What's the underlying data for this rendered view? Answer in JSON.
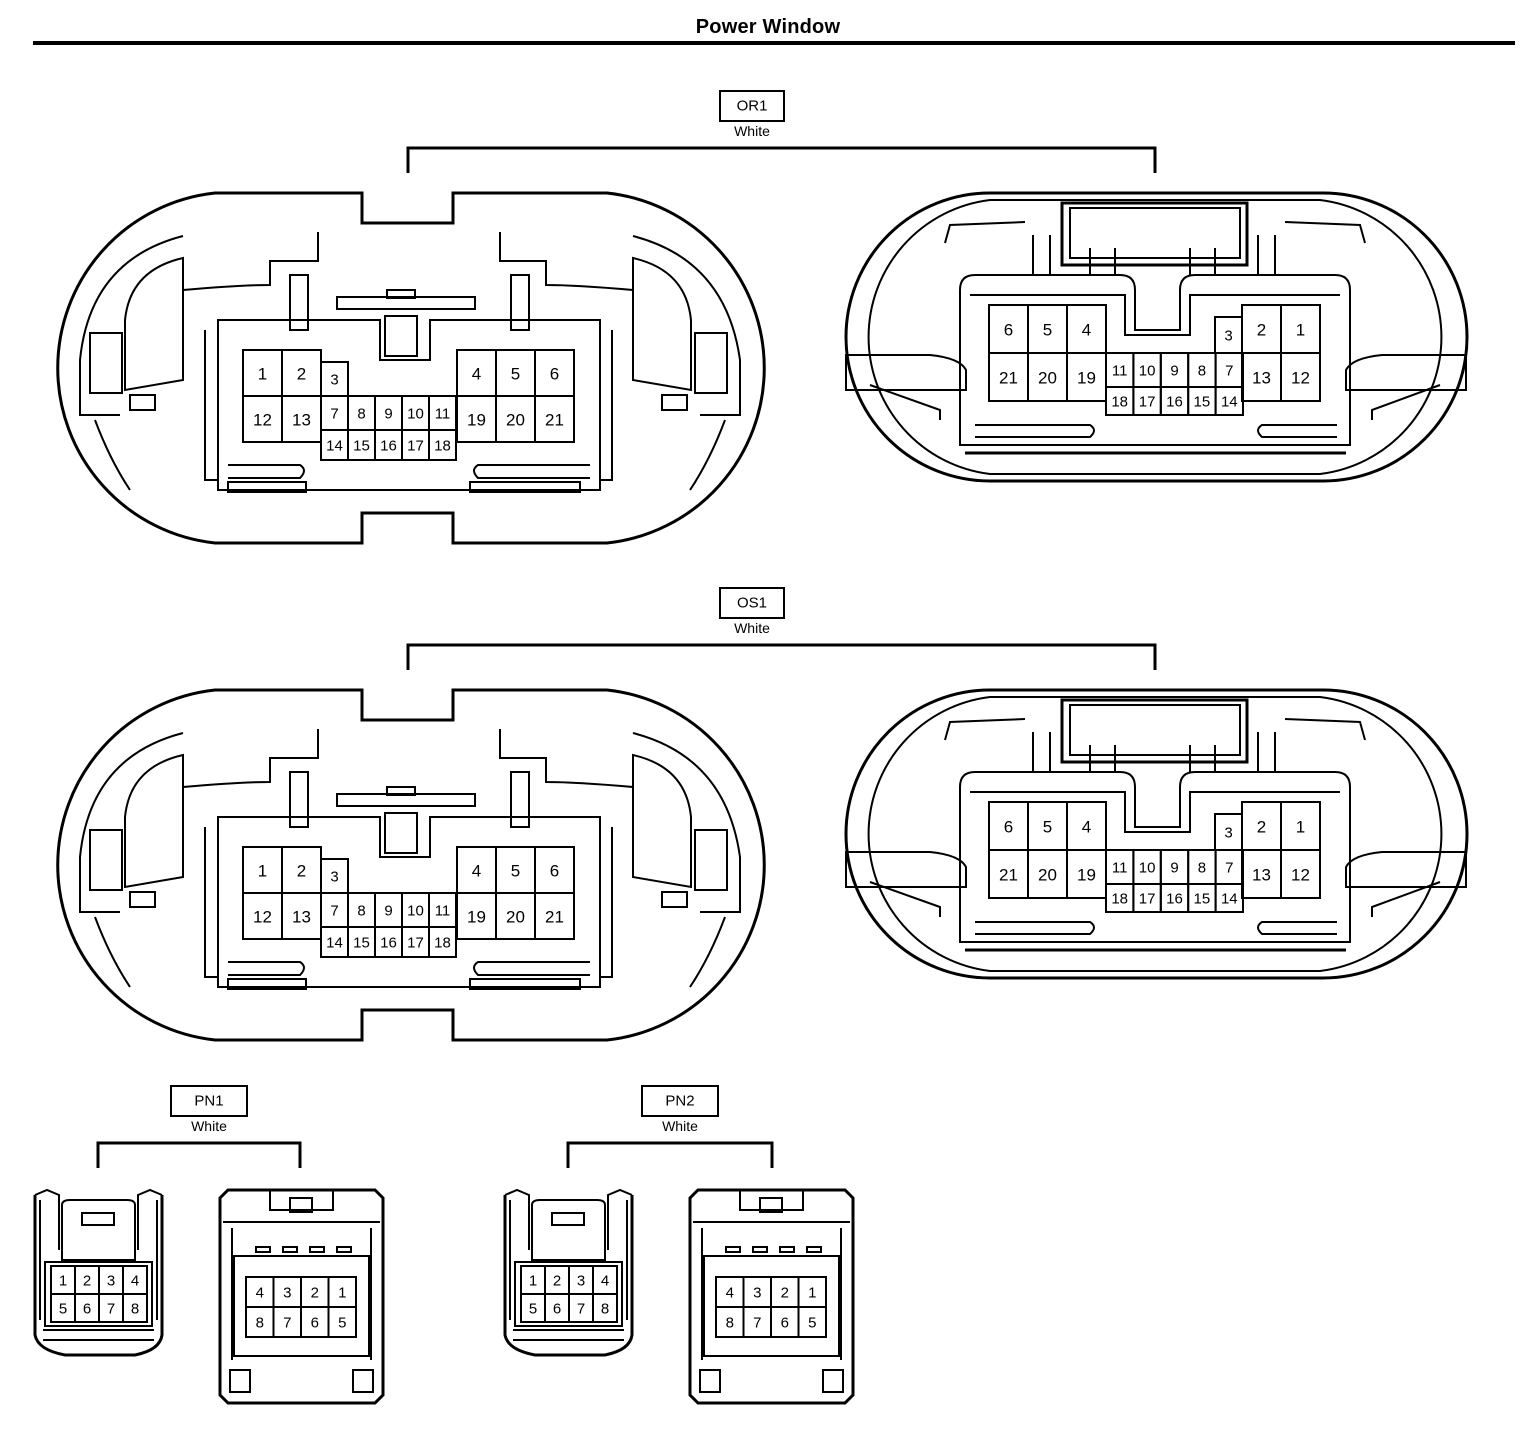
{
  "title": "Power Window",
  "connectors": [
    {
      "code": "OR1",
      "color": "White",
      "female_pins": {
        "row1": [
          "1",
          "2",
          "3",
          "4",
          "5",
          "6"
        ],
        "row2": [
          "12",
          "13",
          "7",
          "8",
          "9",
          "10",
          "11",
          "19",
          "20",
          "21"
        ],
        "row3": [
          "14",
          "15",
          "16",
          "17",
          "18"
        ]
      },
      "male_pins": {
        "row1": [
          "6",
          "5",
          "4",
          "3",
          "2",
          "1"
        ],
        "row2": [
          "21",
          "20",
          "19",
          "11",
          "10",
          "9",
          "8",
          "7",
          "13",
          "12"
        ],
        "row3": [
          "18",
          "17",
          "16",
          "15",
          "14"
        ]
      }
    },
    {
      "code": "OS1",
      "color": "White",
      "female_pins": {
        "row1": [
          "1",
          "2",
          "3",
          "4",
          "5",
          "6"
        ],
        "row2": [
          "12",
          "13",
          "7",
          "8",
          "9",
          "10",
          "11",
          "19",
          "20",
          "21"
        ],
        "row3": [
          "14",
          "15",
          "16",
          "17",
          "18"
        ]
      },
      "male_pins": {
        "row1": [
          "6",
          "5",
          "4",
          "3",
          "2",
          "1"
        ],
        "row2": [
          "21",
          "20",
          "19",
          "11",
          "10",
          "9",
          "8",
          "7",
          "13",
          "12"
        ],
        "row3": [
          "18",
          "17",
          "16",
          "15",
          "14"
        ]
      }
    },
    {
      "code": "PN1",
      "color": "White",
      "female_pins": {
        "row1": [
          "1",
          "2",
          "3",
          "4"
        ],
        "row2": [
          "5",
          "6",
          "7",
          "8"
        ]
      },
      "male_pins": {
        "row1": [
          "4",
          "3",
          "2",
          "1"
        ],
        "row2": [
          "8",
          "7",
          "6",
          "5"
        ]
      }
    },
    {
      "code": "PN2",
      "color": "White",
      "female_pins": {
        "row1": [
          "1",
          "2",
          "3",
          "4"
        ],
        "row2": [
          "5",
          "6",
          "7",
          "8"
        ]
      },
      "male_pins": {
        "row1": [
          "4",
          "3",
          "2",
          "1"
        ],
        "row2": [
          "8",
          "7",
          "6",
          "5"
        ]
      }
    }
  ]
}
